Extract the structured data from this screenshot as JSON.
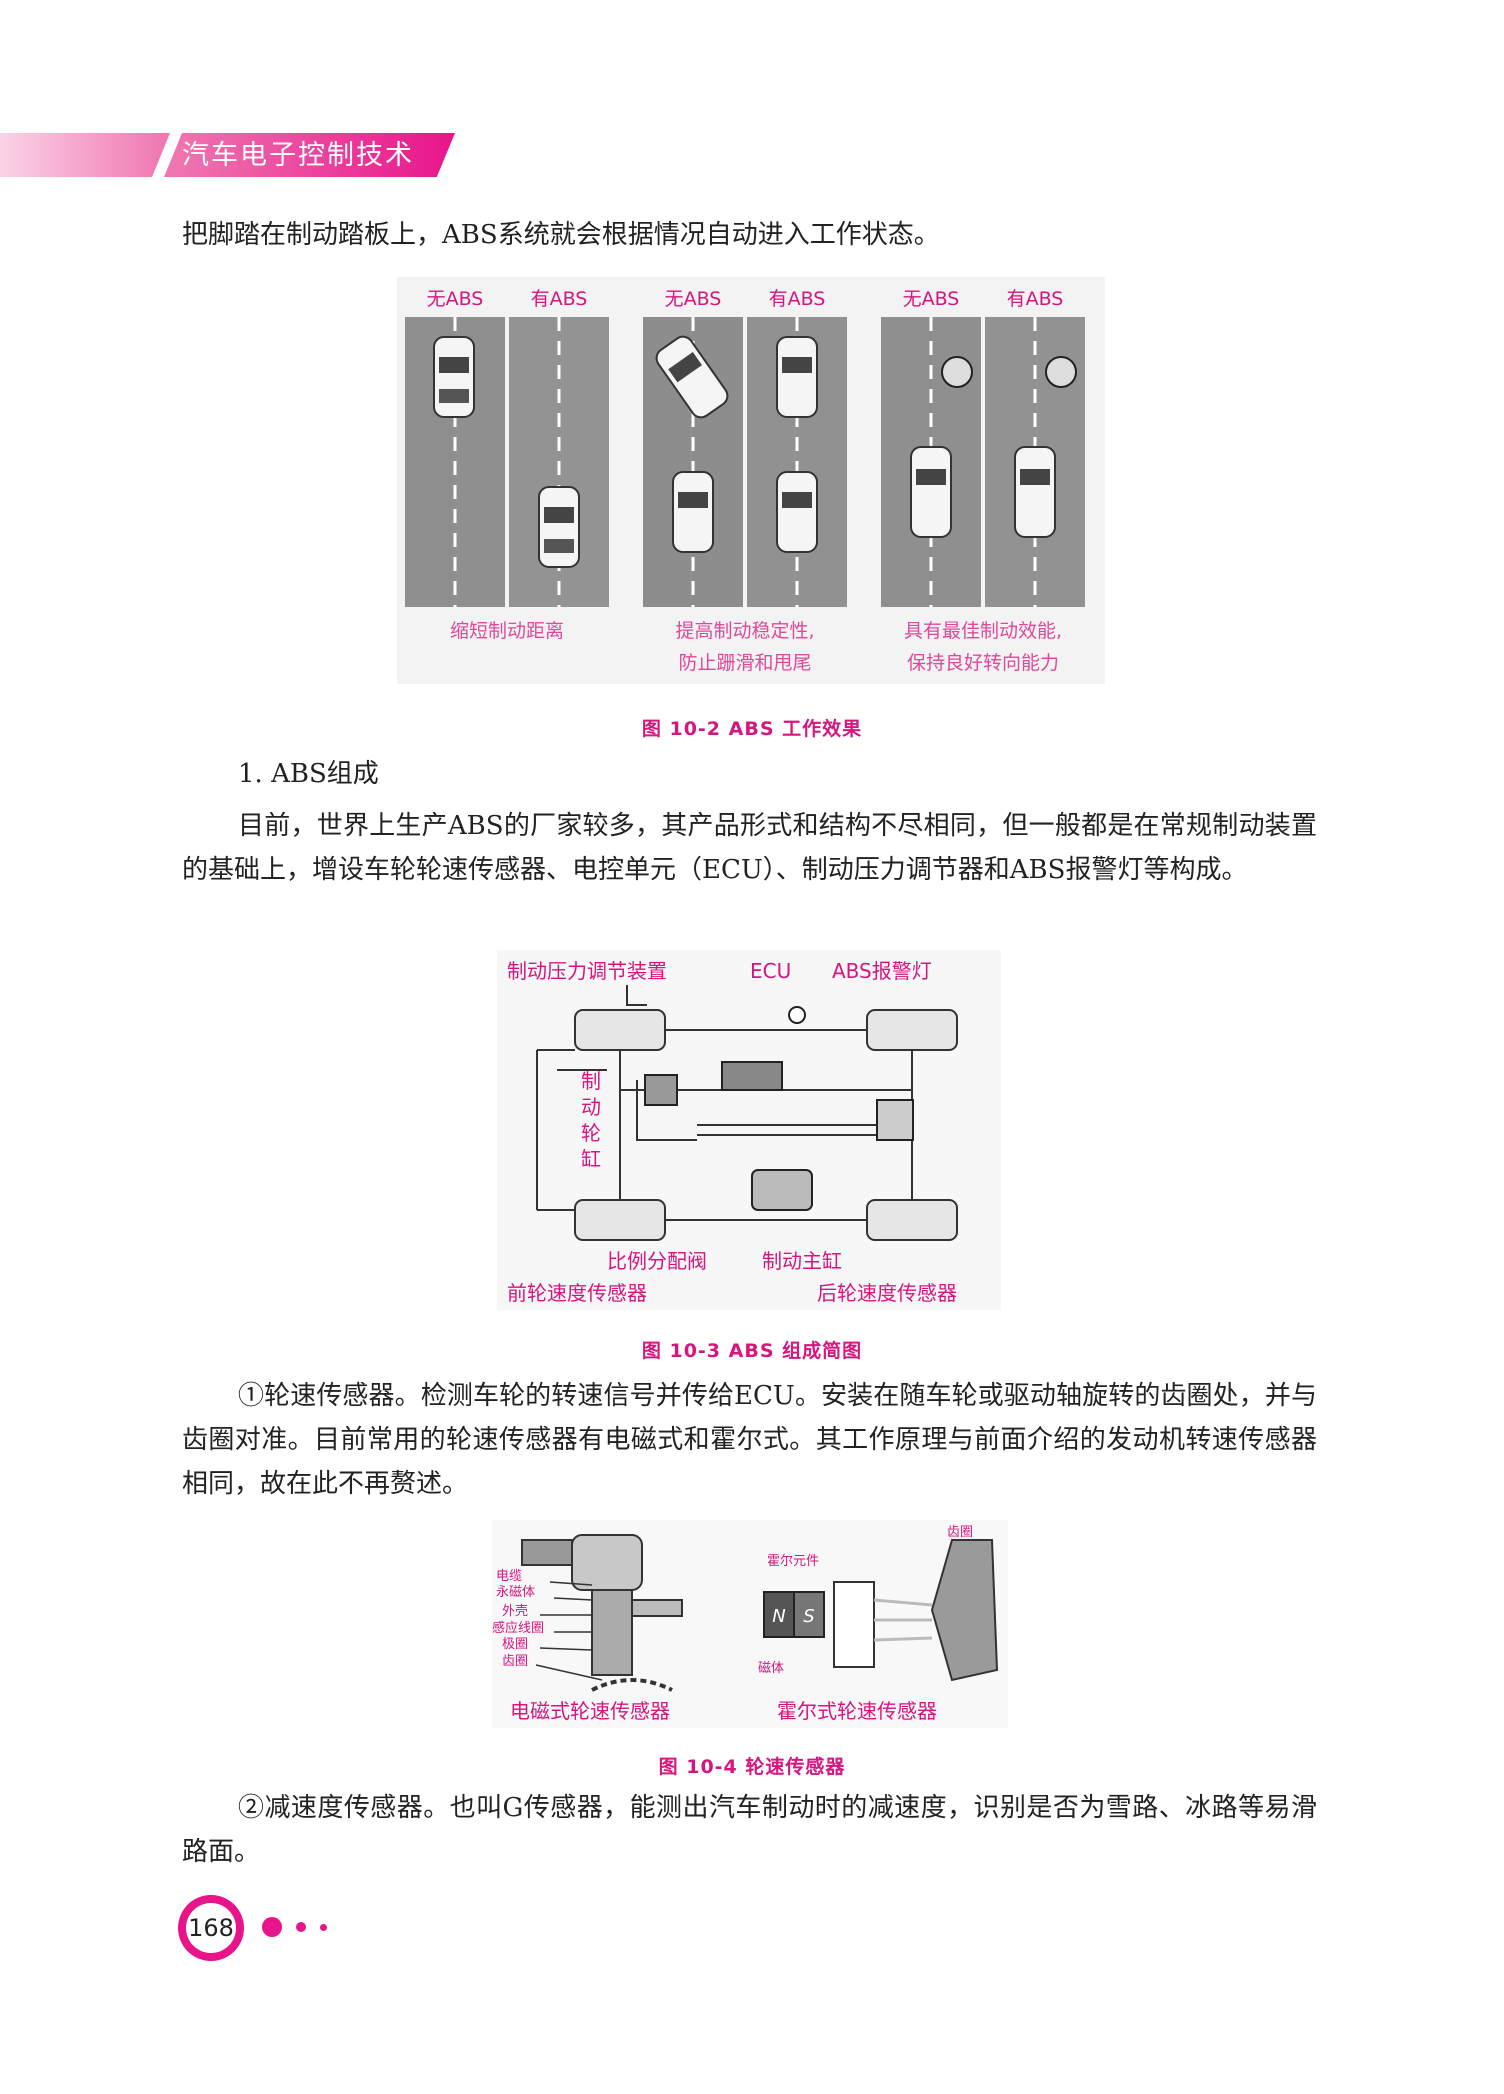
{
  "header": {
    "title": "汽车电子控制技术"
  },
  "paragraphs": {
    "p1": "把脚踏在制动踏板上，ABS系统就会根据情况自动进入工作状态。",
    "section1": "1. ABS组成",
    "p2": "目前，世界上生产ABS的厂家较多，其产品形式和结构不尽相同，但一般都是在常规制动装置的基础上，增设车轮轮速传感器、电控单元（ECU）、制动压力调节器和ABS报警灯等构成。",
    "p3": "①轮速传感器。检测车轮的转速信号并传给ECU。安装在随车轮或驱动轴旋转的齿圈处，并与齿圈对准。目前常用的轮速传感器有电磁式和霍尔式。其工作原理与前面介绍的发动机转速传感器相同，故在此不再赘述。",
    "p4": "②减速度传感器。也叫G传感器，能测出汽车制动时的减速度，识别是否为雪路、冰路等易滑路面。"
  },
  "figure_10_2": {
    "caption": "图 10-2   ABS 工作效果",
    "panels": [
      {
        "left_label": "无ABS",
        "right_label": "有ABS",
        "desc_line1": "缩短制动距离",
        "desc_line2": ""
      },
      {
        "left_label": "无ABS",
        "right_label": "有ABS",
        "desc_line1": "提高制动稳定性,",
        "desc_line2": "防止跚滑和甩尾"
      },
      {
        "left_label": "无ABS",
        "right_label": "有ABS",
        "desc_line1": "具有最佳制动效能,",
        "desc_line2": "保持良好转向能力"
      }
    ]
  },
  "figure_10_3": {
    "caption": "图 10-3   ABS 组成简图",
    "labels": {
      "pressure_regulator": "制动压力调节装置",
      "ecu": "ECU",
      "warning_lamp": "ABS报警灯",
      "wheel_cylinder_1": "制",
      "wheel_cylinder_2": "动",
      "wheel_cylinder_3": "轮",
      "wheel_cylinder_4": "缸",
      "proportioning_valve": "比例分配阀",
      "master_cylinder": "制动主缸",
      "front_sensor": "前轮速度传感器",
      "rear_sensor": "后轮速度传感器"
    }
  },
  "figure_10_4": {
    "caption": "图 10-4   轮速传感器",
    "left": {
      "title": "电磁式轮速传感器",
      "parts": [
        "电缆",
        "永磁体",
        "外壳",
        "感应线圈",
        "极圈",
        "齿圈"
      ]
    },
    "right": {
      "title": "霍尔式轮速传感器",
      "gear_ring": "齿圈",
      "hall_element": "霍尔元件",
      "magnet": "磁体",
      "pole_n": "N",
      "pole_s": "S"
    }
  },
  "page_number": "168",
  "colors": {
    "accent": "#e8148a",
    "caption": "#d6157f",
    "label_light": "#e0489a"
  }
}
